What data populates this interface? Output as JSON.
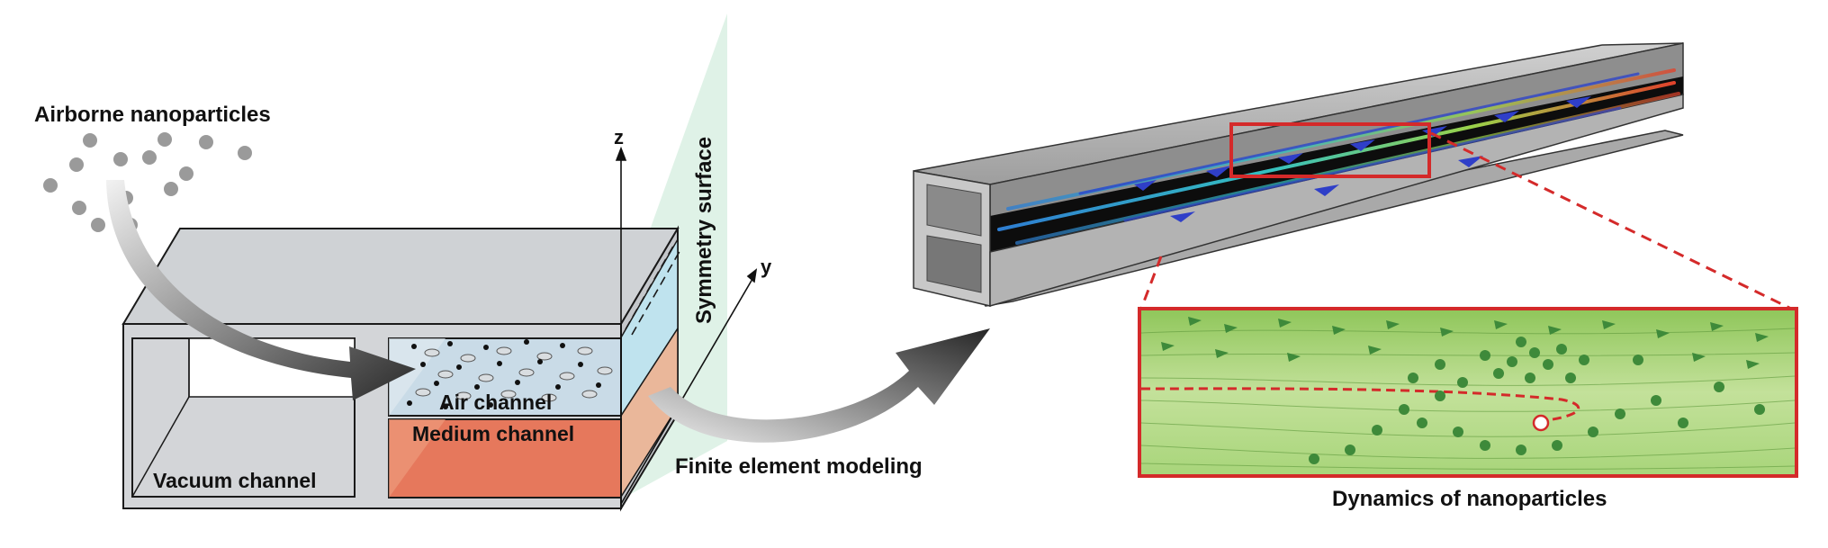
{
  "labels": {
    "airborne": "Airborne nanoparticles",
    "symmetry": "Symmetry surface",
    "z_axis": "z",
    "y_axis": "y",
    "air_channel": "Air channel",
    "medium_channel": "Medium channel",
    "vacuum_channel": "Vacuum channel",
    "fem": "Finite element modeling",
    "dynamics": "Dynamics of nanoparticles"
  },
  "colors": {
    "device_body": "#d3d5d8",
    "outline": "#1a1a1a",
    "air_channel": "#c9dbe7",
    "air_channel_text": "#2f6db5",
    "medium_channel": "#e6785c",
    "medium_channel_text": "#c8382a",
    "symmetry_plane": "#d9f0e3",
    "symmetry_text": "#2e9e58",
    "highlight_red": "#d42a2a",
    "zoom_green_light": "#cfe6b0",
    "zoom_green_dark": "#9fd06a",
    "particle_green": "#3e8a3a",
    "particle_gray": "#9a9a9a"
  }
}
